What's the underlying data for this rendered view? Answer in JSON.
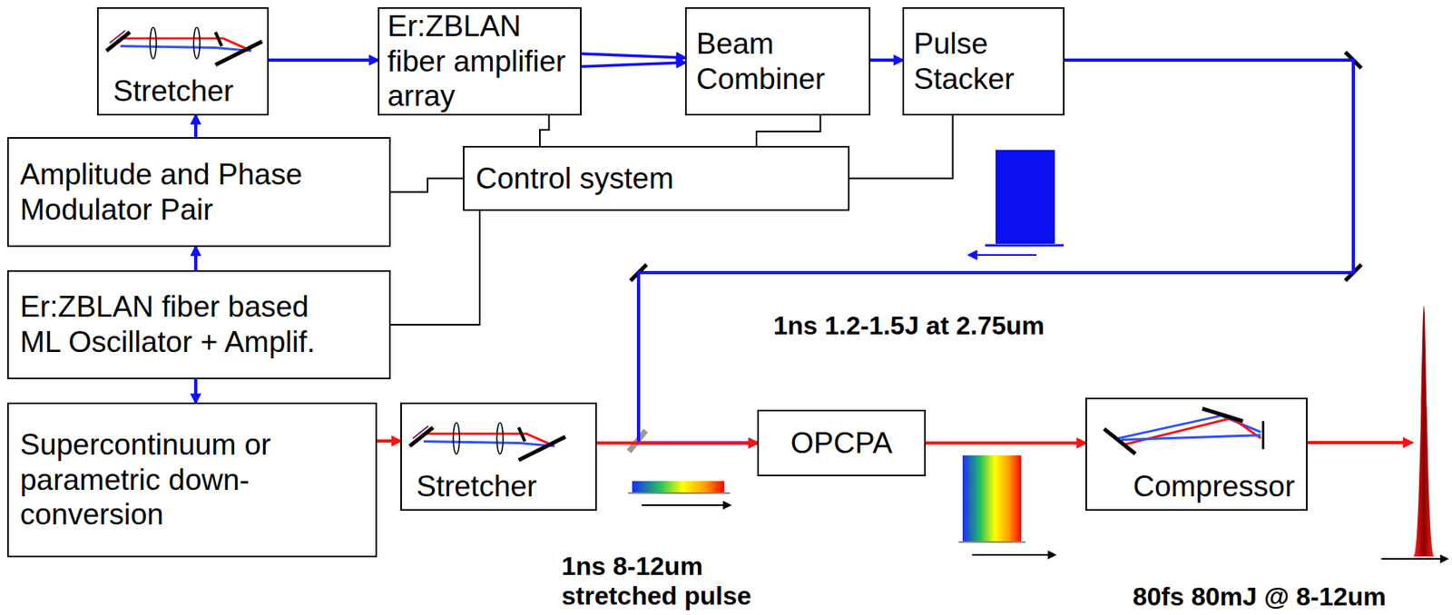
{
  "diagram": {
    "nodes": [
      {
        "text": [
          "Stretcher"
        ]
      },
      {
        "text": [
          "Er:ZBLAN fiber amplifier array"
        ]
      },
      {
        "text": [
          "Beam Combiner"
        ]
      },
      {
        "text": [
          "Pulse Stacker"
        ]
      },
      {
        "text": [
          "Amplitude and Phase Modulator Pair"
        ]
      },
      {
        "text": [
          "Control system"
        ]
      },
      {
        "text": [
          "Er:ZBLAN fiber based ML Oscillator + Amplif."
        ]
      },
      {
        "text": [
          "Supercontinuum or parametric down-conversion"
        ]
      },
      {
        "text": [
          "Stretcher"
        ]
      },
      {
        "text": [
          "OPCPA"
        ]
      },
      {
        "text": [
          "Compressor"
        ]
      }
    ],
    "edges": [
      {
        "from": 6,
        "to": 4,
        "arrow": "to"
      },
      {
        "from": 4,
        "to": 0,
        "arrow": "to"
      },
      {
        "from": 0,
        "to": 1,
        "arrow": "to"
      },
      {
        "from": 1,
        "to": 2,
        "arrow": "to"
      },
      {
        "from": 2,
        "to": 3,
        "arrow": "to"
      },
      {
        "from": 3,
        "to": 9,
        "arrow": "to"
      },
      {
        "from": 6,
        "to": 7,
        "arrow": "to"
      },
      {
        "from": 7,
        "to": 8,
        "arrow": "to"
      },
      {
        "from": 8,
        "to": 9,
        "arrow": "to"
      },
      {
        "from": 9,
        "to": 10,
        "arrow": "to"
      },
      {
        "from": 5,
        "to": 1,
        "arrow": "none"
      },
      {
        "from": 5,
        "to": 2,
        "arrow": "none"
      },
      {
        "from": 5,
        "to": 3,
        "arrow": "none"
      },
      {
        "from": 5,
        "to": 4,
        "arrow": "none"
      },
      {
        "from": 5,
        "to": 6,
        "arrow": "none"
      }
    ],
    "labels": [
      "1ns 1.2-1.5J at 2.75um",
      "1ns 8-12um stretched pulse",
      "80fs 80mJ @ 8-12um"
    ]
  }
}
